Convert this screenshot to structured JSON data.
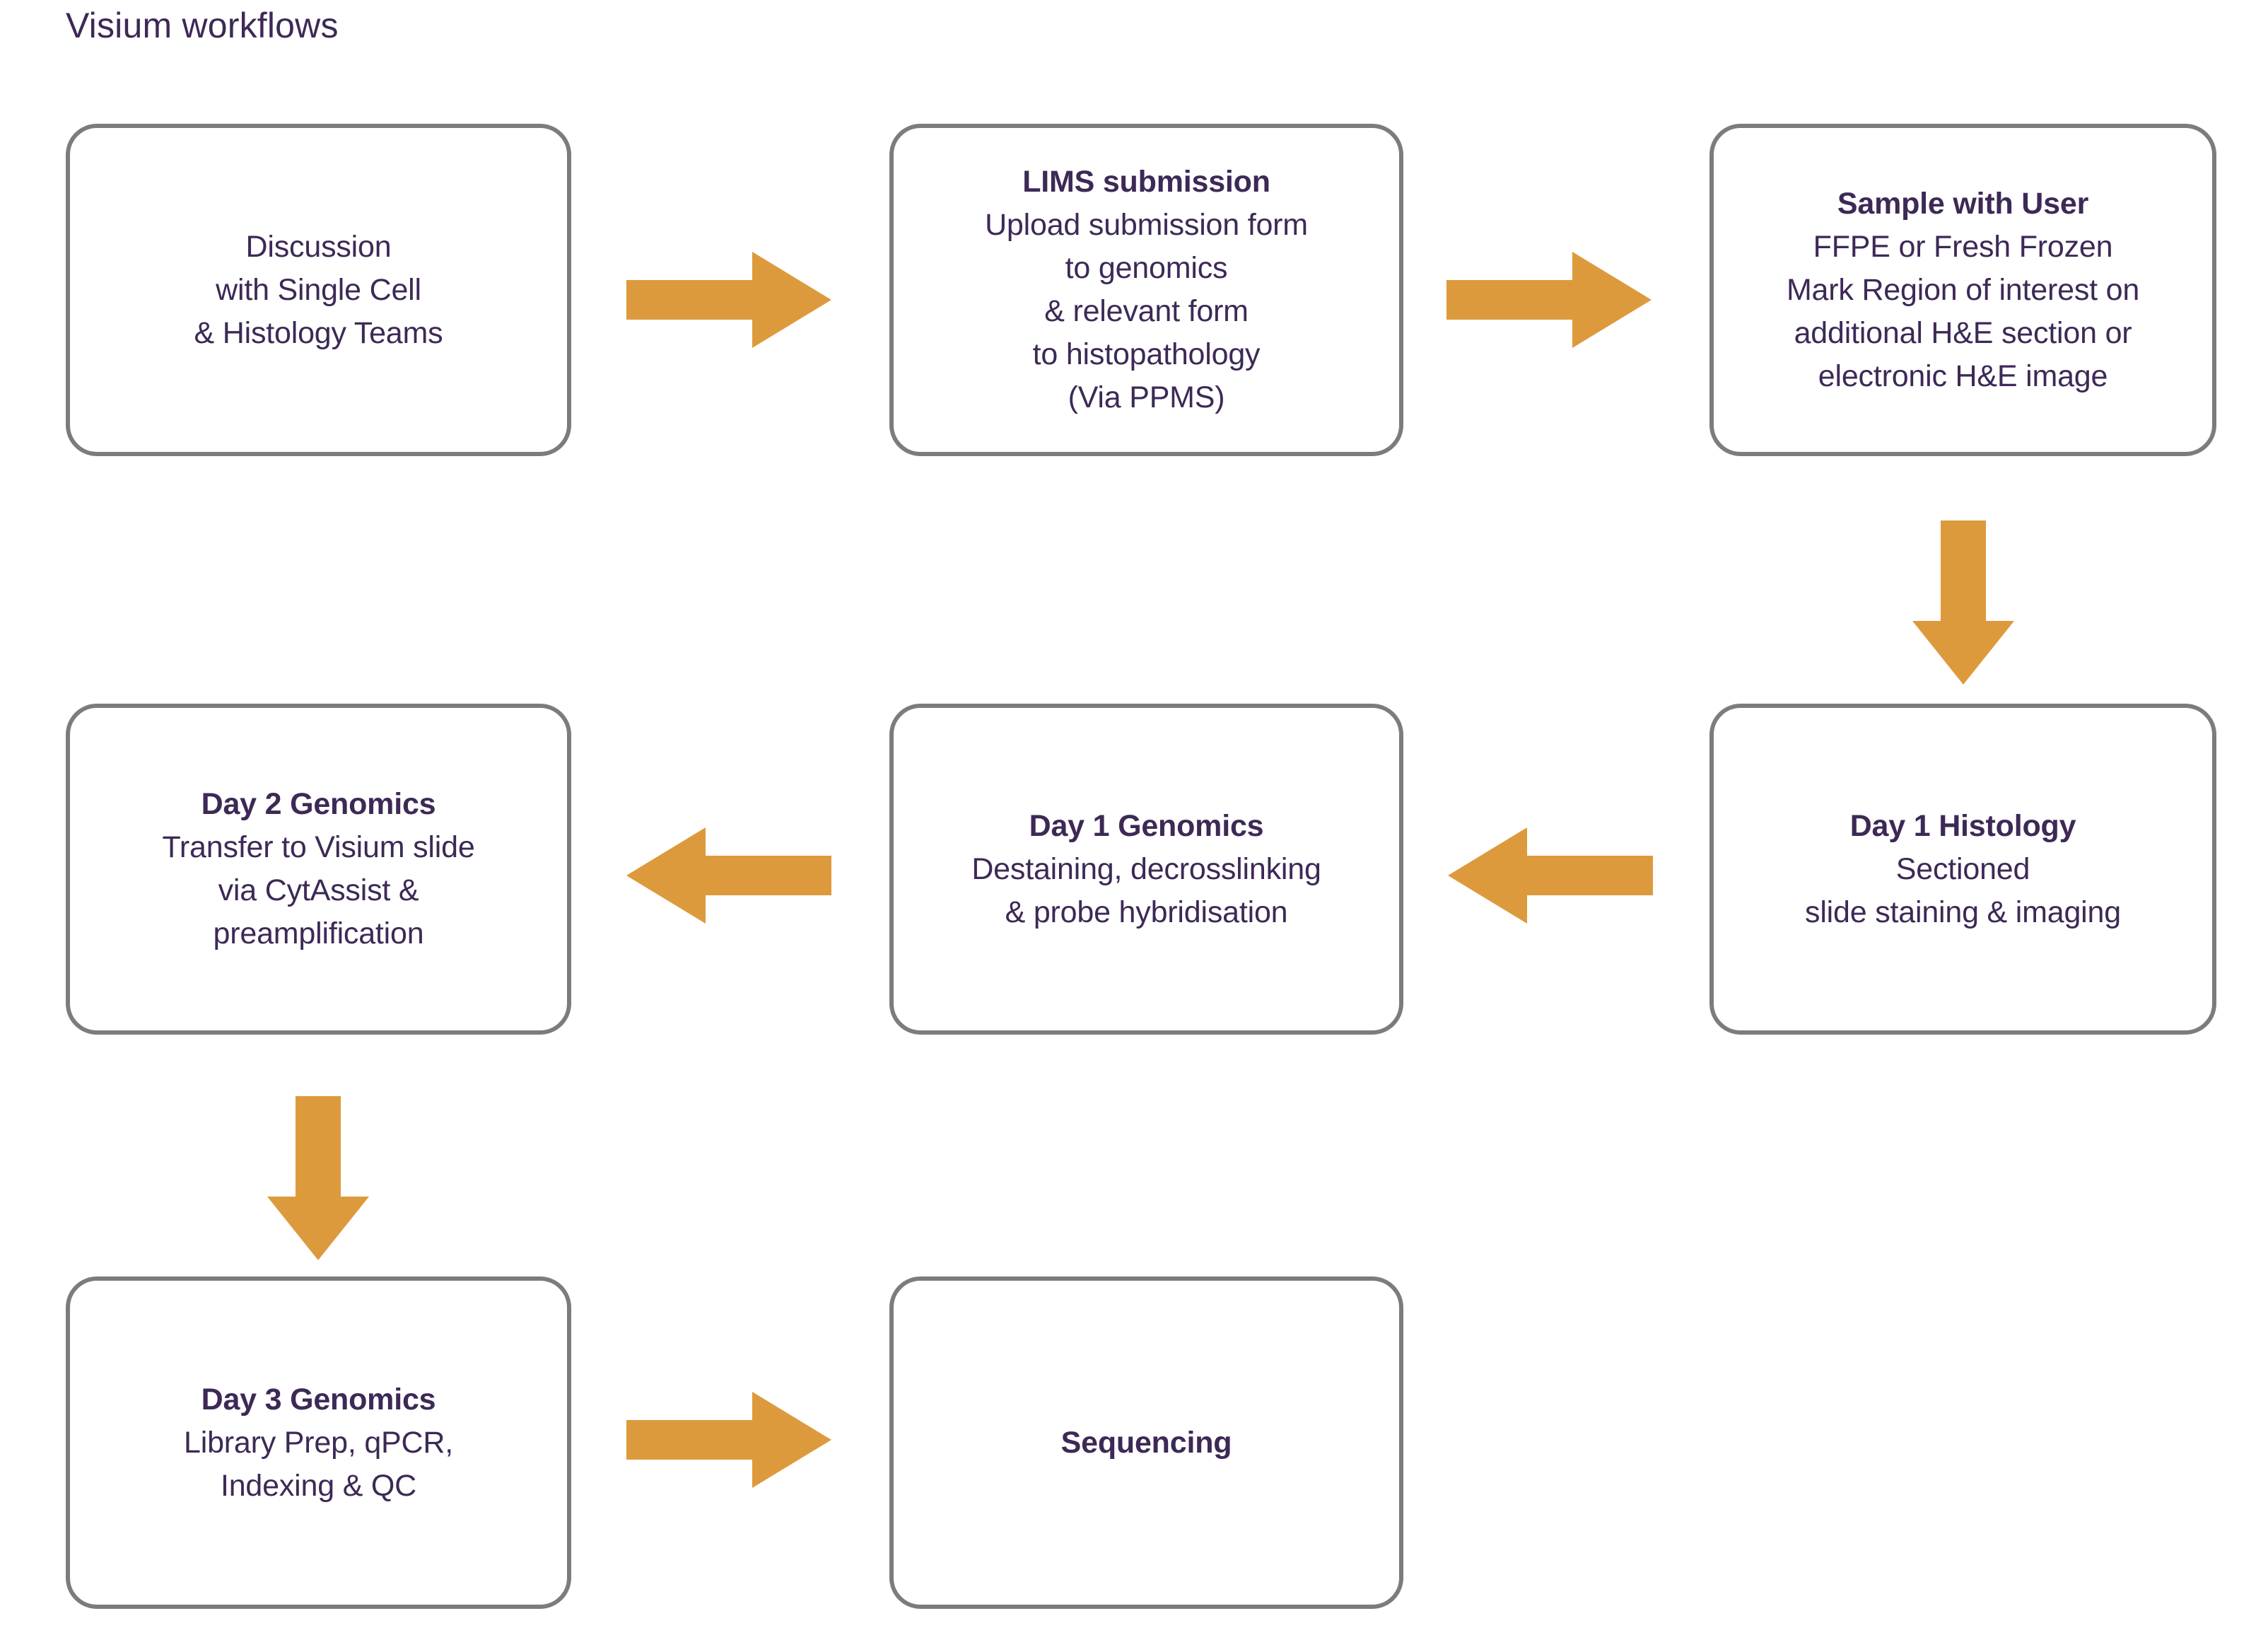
{
  "page": {
    "title": "Visium workflows",
    "accent_color": "#DD9A3C",
    "text_color": "#3D2956",
    "box_border_color": "#7C7C7C",
    "background_color": "#FFFFFF"
  },
  "nodes": [
    {
      "id": "discussion",
      "heading": "",
      "lines": [
        "Discussion",
        "with Single Cell",
        "& Histology Teams"
      ]
    },
    {
      "id": "lims-submission",
      "heading": "LIMS submission",
      "lines": [
        "Upload submission form",
        "to genomics",
        "& relevant form",
        "to histopathology",
        "(Via PPMS)"
      ]
    },
    {
      "id": "sample-with-user",
      "heading": "Sample with User",
      "lines": [
        "FFPE or Fresh Frozen",
        "Mark Region of interest on",
        "additional H&E section or",
        "electronic H&E image"
      ]
    },
    {
      "id": "day2-genomics",
      "heading": "Day 2 Genomics",
      "lines": [
        "Transfer to Visium slide",
        "via CytAssist &",
        "preamplification"
      ]
    },
    {
      "id": "day1-genomics",
      "heading": "Day 1 Genomics",
      "lines": [
        "Destaining, decrosslinking",
        "& probe hybridisation"
      ]
    },
    {
      "id": "day1-histology",
      "heading": "Day 1 Histology",
      "lines": [
        "Sectioned",
        "slide staining & imaging"
      ]
    },
    {
      "id": "day3-genomics",
      "heading": "Day 3 Genomics",
      "lines": [
        "Library Prep, qPCR,",
        "Indexing & QC"
      ]
    },
    {
      "id": "sequencing",
      "heading": "Sequencing",
      "lines": []
    }
  ],
  "connectors": [
    {
      "id": "arrow-1-2",
      "direction": "right",
      "from": "discussion",
      "to": "lims-submission"
    },
    {
      "id": "arrow-2-3",
      "direction": "right",
      "from": "lims-submission",
      "to": "sample-with-user"
    },
    {
      "id": "arrow-3-4",
      "direction": "down",
      "from": "sample-with-user",
      "to": "day1-histology"
    },
    {
      "id": "arrow-6-5",
      "direction": "left",
      "from": "day1-histology",
      "to": "day1-genomics"
    },
    {
      "id": "arrow-5-4",
      "direction": "left",
      "from": "day1-genomics",
      "to": "day2-genomics"
    },
    {
      "id": "arrow-4-7",
      "direction": "down",
      "from": "day2-genomics",
      "to": "day3-genomics"
    },
    {
      "id": "arrow-7-8",
      "direction": "right",
      "from": "day3-genomics",
      "to": "sequencing"
    }
  ]
}
